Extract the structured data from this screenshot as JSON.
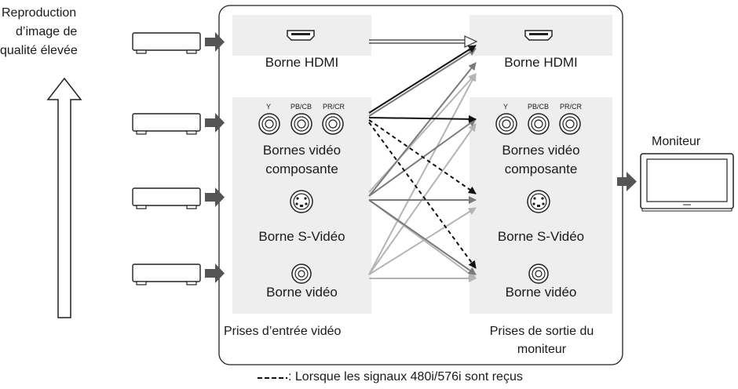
{
  "quality": {
    "line1": "Reproduction",
    "line2": "d’image de",
    "line3": "qualité élevée"
  },
  "inputs": {
    "hdmi_label": "Borne HDMI",
    "component_y": "Y",
    "component_pb": "PB/CB",
    "component_pr": "PR/CR",
    "component_line1": "Bornes vidéo",
    "component_line2": "composante",
    "svideo_label": "Borne S-Vidéo",
    "video_label": "Borne vidéo",
    "section_caption": "Prises d’entrée vidéo"
  },
  "outputs": {
    "hdmi_label": "Borne HDMI",
    "component_y": "Y",
    "component_pb": "PB/CB",
    "component_pr": "PR/CR",
    "component_line1": "Bornes vidéo",
    "component_line2": "composante",
    "svideo_label": "Borne S-Vidéo",
    "video_label": "Borne vidéo",
    "section_caption_line1": "Prises de sortie du",
    "section_caption_line2": "moniteur"
  },
  "monitor": {
    "label": "Moniteur"
  },
  "legend": {
    "text": ": Lorsque les signaux 480i/576i sont reçus"
  },
  "colors": {
    "panel": "#eeeeee",
    "arrow_dark": "#555555",
    "line_black": "#111111",
    "line_mid": "#7a7a7a",
    "line_light": "#b4b4b4"
  }
}
